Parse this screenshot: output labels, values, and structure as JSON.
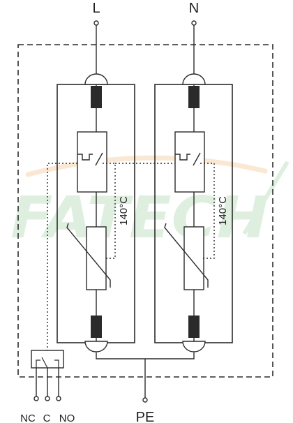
{
  "terminals": {
    "top": [
      "L",
      "N"
    ],
    "bottom_ground": "PE",
    "signal_contacts": [
      "NC",
      "C",
      "NO"
    ]
  },
  "modules": [
    {
      "id": "L",
      "thermal_cutoff": "140°C"
    },
    {
      "id": "N",
      "thermal_cutoff": "140°C"
    }
  ],
  "watermark": {
    "text": "FATECH",
    "color": "#dbeedd"
  },
  "colors": {
    "line": "#2b2b2b",
    "fuse": "#2a2a2a",
    "background": "#ffffff"
  }
}
